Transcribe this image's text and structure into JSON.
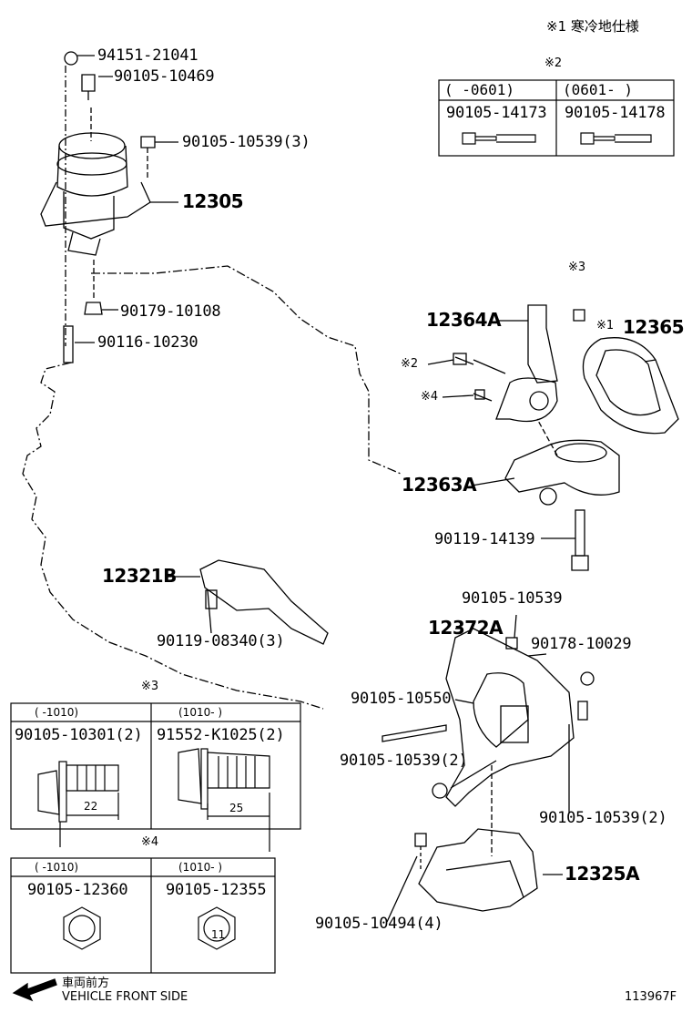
{
  "legend_note": "※1 寒冷地仕様",
  "labels": {
    "p94151": "94151-21041",
    "p90105_10469": "90105-10469",
    "p90105_10539_3": "90105-10539(3)",
    "p12305": "12305",
    "p90179": "90179-10108",
    "p90116": "90116-10230",
    "p12364A": "12364A",
    "p12365": "12365",
    "mark1": "※1",
    "mark2": "※2",
    "mark3": "※3",
    "mark4": "※4",
    "p12363A": "12363A",
    "p90119_14139": "90119-14139",
    "p12321B": "12321B",
    "p90119_08340": "90119-08340(3)",
    "p90105_10539": "90105-10539",
    "p12372A": "12372A",
    "p90178": "90178-10029",
    "p90105_10550": "90105-10550",
    "p90105_10539_2a": "90105-10539(2)",
    "p90105_10539_2b": "90105-10539(2)",
    "p12325A": "12325A",
    "p90105_10494": "90105-10494(4)"
  },
  "table2": {
    "mark": "※2",
    "headers": [
      "(     -0601)",
      "(0601-     )"
    ],
    "parts": [
      "90105-14173",
      "90105-14178"
    ]
  },
  "table3": {
    "mark": "※3",
    "headers": [
      "(      -1010)",
      "(1010-      )"
    ],
    "parts": [
      "90105-10301(2)",
      "91552-K1025(2)"
    ],
    "dims": [
      "22",
      "25"
    ]
  },
  "table4": {
    "mark": "※4",
    "headers": [
      "(      -1010)",
      "(1010-      )"
    ],
    "parts": [
      "90105-12360",
      "90105-12355"
    ],
    "head_marks": [
      "",
      "11"
    ]
  },
  "footer": {
    "direction_jp": "車両前方",
    "direction_en": "VEHICLE FRONT SIDE",
    "diagram_id": "113967F"
  }
}
